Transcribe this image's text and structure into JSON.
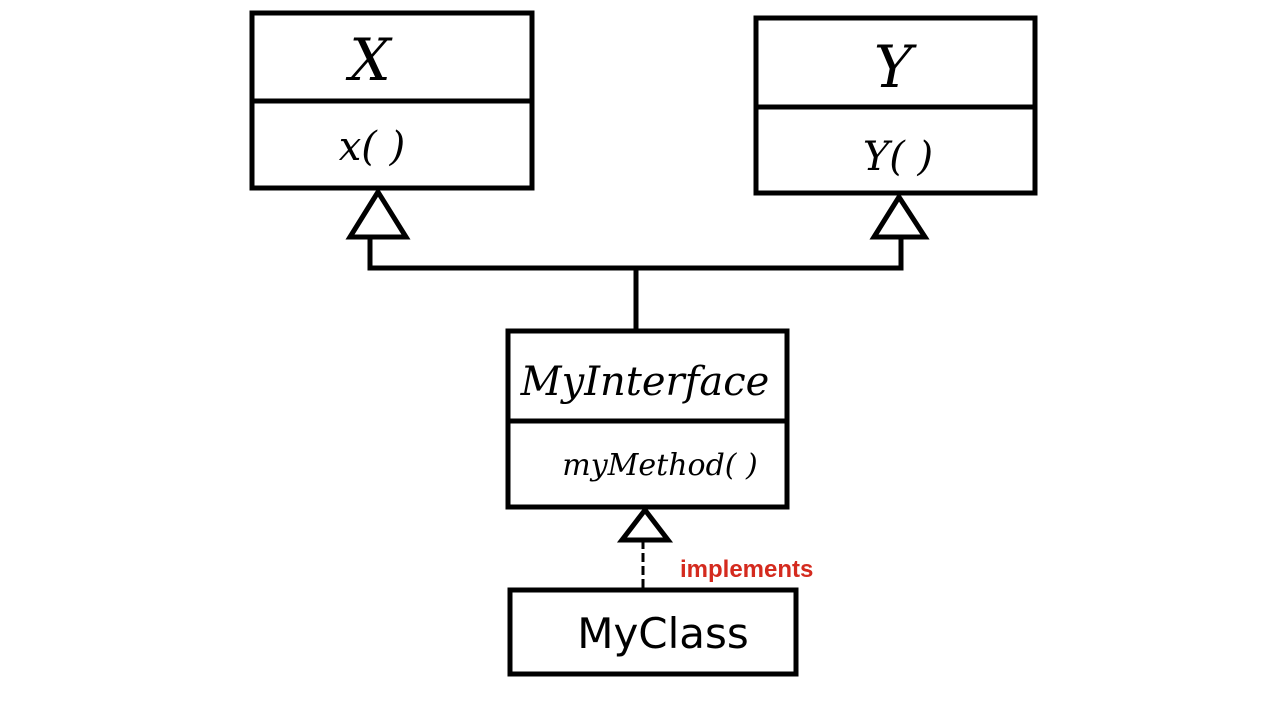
{
  "classes": {
    "x": {
      "name": "X",
      "method": "x( )"
    },
    "y": {
      "name": "Y",
      "method": "Y( )"
    },
    "interface": {
      "name": "MyInterface",
      "method": "myMethod( )"
    },
    "myclass": {
      "name": "MyClass"
    }
  },
  "relations": {
    "implements_label": "implements",
    "implements_color": "#d42a1e",
    "line_color": "#000000"
  }
}
